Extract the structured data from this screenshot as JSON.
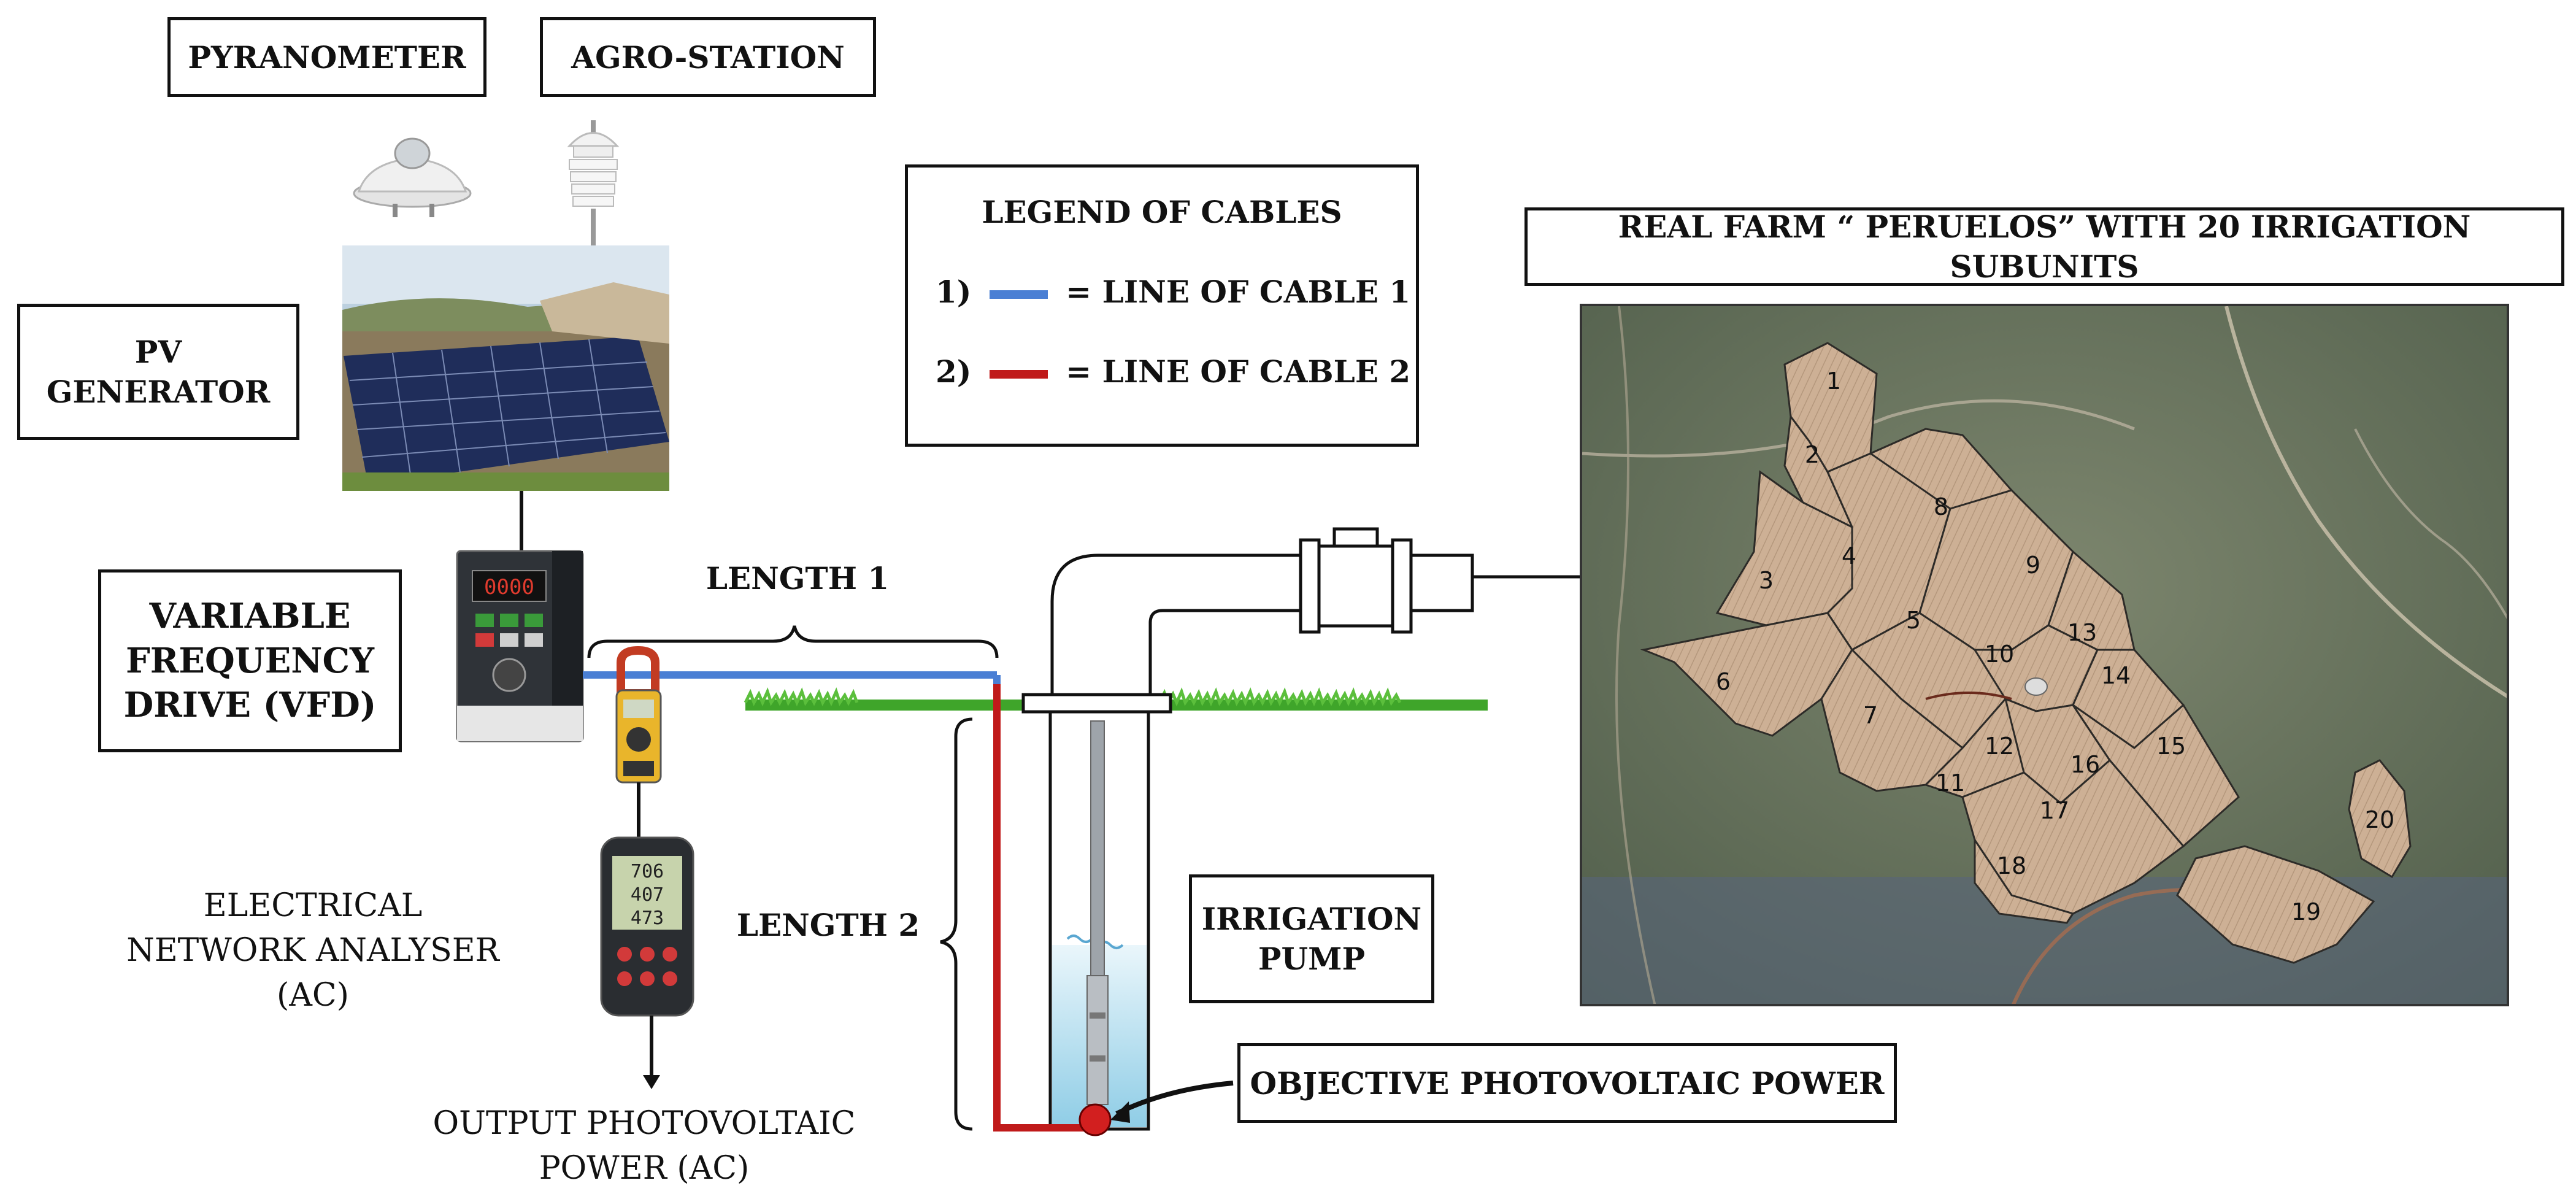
{
  "labels": {
    "pyranometer": "PYRANOMETER",
    "agro_station": "AGRO-STATION",
    "pv_generator": "PV GENERATOR",
    "vfd": "VARIABLE FREQUENCY DRIVE (VFD)",
    "network_analyser": "ELECTRICAL NETWORK ANALYSER (AC)",
    "output_power": "OUTPUT PHOTOVOLTAIC POWER (AC)",
    "length_1": "LENGTH 1",
    "length_2": "LENGTH 2",
    "irrigation_pump": "IRRIGATION PUMP",
    "objective_power": "OBJECTIVE PHOTOVOLTAIC POWER",
    "farm_title": "REAL FARM “ PERUELOS” WITH 20 IRRIGATION SUBUNITS"
  },
  "legend": {
    "title": "LEGEND OF CABLES",
    "items": [
      {
        "num": "1)",
        "label": "= LINE OF CABLE 1",
        "color": "#4a7fd4"
      },
      {
        "num": "2)",
        "label": "= LINE OF CABLE 2",
        "color": "#c01a1a"
      }
    ]
  },
  "vfd_display": "0000",
  "analyser_display": [
    "706",
    "407",
    "473"
  ],
  "farm": {
    "subunits": [
      "1",
      "2",
      "3",
      "4",
      "5",
      "6",
      "7",
      "8",
      "9",
      "10",
      "11",
      "12",
      "13",
      "14",
      "15",
      "16",
      "17",
      "18",
      "19",
      "20"
    ]
  },
  "colors": {
    "cable_1": "#4a7fd4",
    "cable_2": "#c01a1a",
    "grass": "#3fa52a",
    "farm_parcel": "#c9ab8e",
    "satellite_bg": "#5d6f55"
  }
}
